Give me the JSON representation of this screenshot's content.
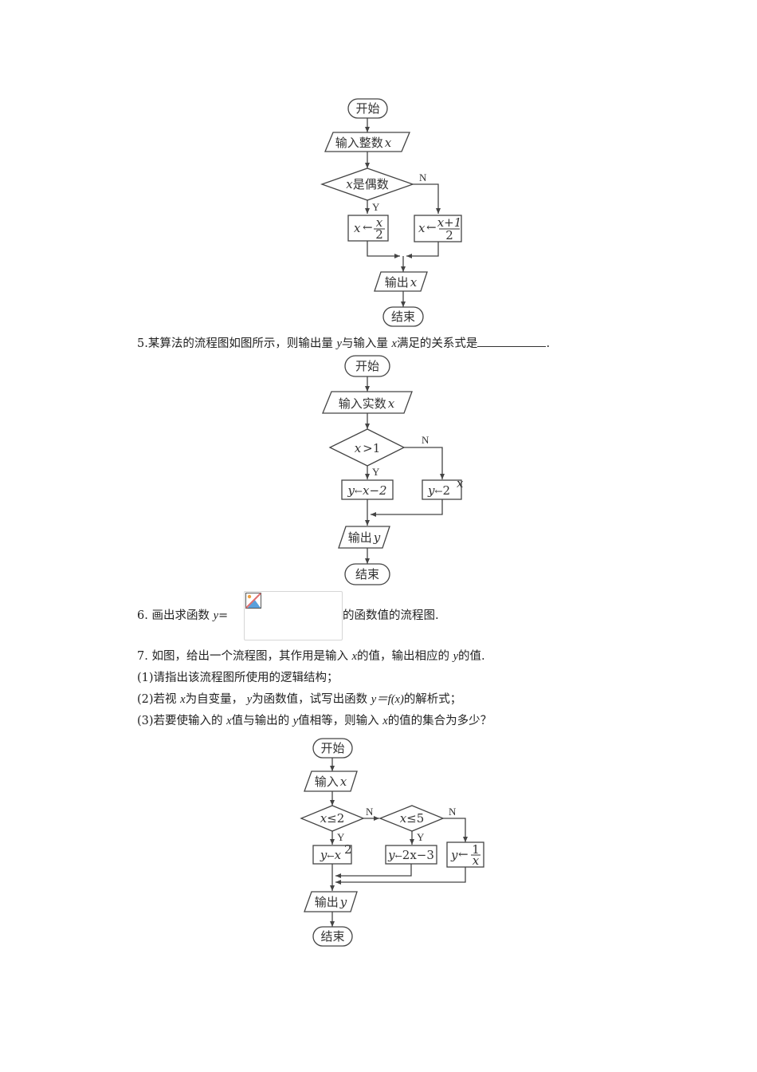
{
  "flowchart_a": {
    "start": "开始",
    "input": "输入整数x",
    "input_cn": "输入整数",
    "var": "x",
    "decision": "x是偶数",
    "decision_cn": "是偶数",
    "yes": "Y",
    "no": "N",
    "box_yes": "x←x/2",
    "box_no": "x←(x+1)/2",
    "box_yes_num": "x",
    "box_yes_den": "2",
    "box_no_num": "x+1",
    "box_no_den": "2",
    "output": "输出x",
    "output_cn": "输出",
    "end": "结束"
  },
  "question5": {
    "number": "5.",
    "text_before": "某算法的流程图如图所示，则输出量",
    "var_y": "y",
    "text_mid": "与输入量",
    "var_x": "x",
    "text_after": "满足的关系式是",
    "end": "."
  },
  "flowchart_b": {
    "start": "开始",
    "input": "输入实数x",
    "input_cn": "输入实数",
    "var": "x",
    "decision": "x>1",
    "decision_op": ">1",
    "yes": "Y",
    "no": "N",
    "box_yes": "y←x−2",
    "box_yes_expr": "x−2",
    "box_no": "y←2^x",
    "box_no_base": "2",
    "box_no_exp": "x",
    "output": "输出y",
    "output_cn": "输出",
    "out_var": "y",
    "end": "结束"
  },
  "question6": {
    "number": "6.",
    "text_before": "画出求函数",
    "var_y": "y",
    "equals": "=",
    "image_placeholder": "broken-image",
    "text_after": "的函数值的流程图."
  },
  "question7": {
    "number": "7.",
    "intro_a": "如图，给出一个流程图，其作用是输入",
    "intro_x": "x",
    "intro_b": "的值，输出相应的",
    "intro_y": "y",
    "intro_c": "的值.",
    "part1": "(1)请指出该流程图所使用的逻辑结构；",
    "part2_a": "(2)若视",
    "part2_x": "x",
    "part2_b": "为自变量，",
    "part2_y": "y",
    "part2_c": "为函数值，试写出函数",
    "part2_f": "y＝f(x)",
    "part2_d": "的解析式；",
    "part3_a": "(3)若要使输入的",
    "part3_x": "x",
    "part3_b": "值与输出的",
    "part3_y": "y",
    "part3_c": "值相等，则输入",
    "part3_x2": "x",
    "part3_d": "的值的集合为多少？"
  },
  "flowchart_c": {
    "start": "开始",
    "input": "输入x",
    "input_cn": "输入",
    "var": "x",
    "decision1": "x≤2",
    "decision1_op": "≤2",
    "decision2": "x≤5",
    "decision2_op": "≤5",
    "yes": "Y",
    "no": "N",
    "box1": "y←x²",
    "box2": "y←2x−3",
    "box2_expr": "2x−3",
    "box3": "y←1/x",
    "box3_num": "1",
    "box3_den": "x",
    "output": "输出y",
    "output_cn": "输出",
    "out_var": "y",
    "end": "结束"
  }
}
